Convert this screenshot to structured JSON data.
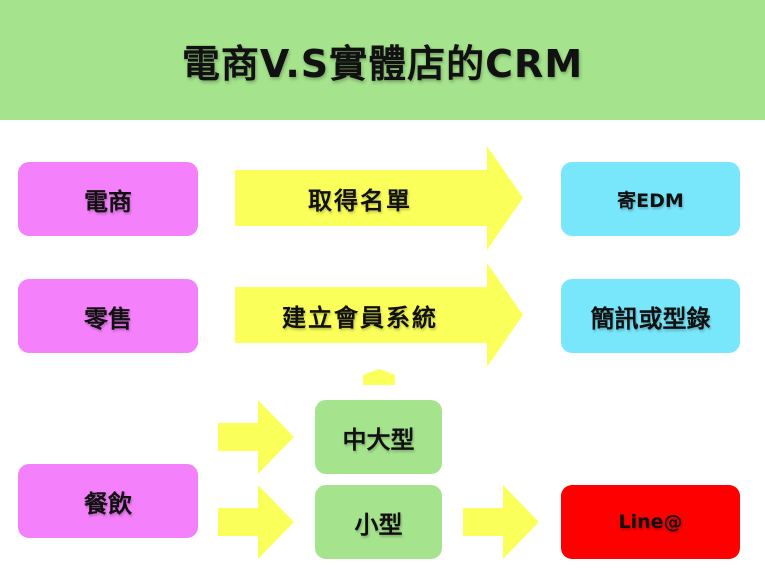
{
  "title": "電商V.S實體店的CRM",
  "rows": {
    "ecommerce": {
      "label": "電商",
      "action": "取得名單",
      "result": "寄EDM"
    },
    "retail": {
      "label": "零售",
      "action": "建立會員系統",
      "result": "簡訊或型錄"
    },
    "dining": {
      "label": "餐飲",
      "medium_large": "中大型",
      "small": "小型",
      "result": "Line@"
    }
  },
  "colors": {
    "header_bg": "#a5e38c",
    "pink_box": "#f480fb",
    "cyan_box": "#78e6fb",
    "green_box": "#a5e38c",
    "red_box": "#ff0000",
    "arrow_yellow": "#faff5a"
  }
}
